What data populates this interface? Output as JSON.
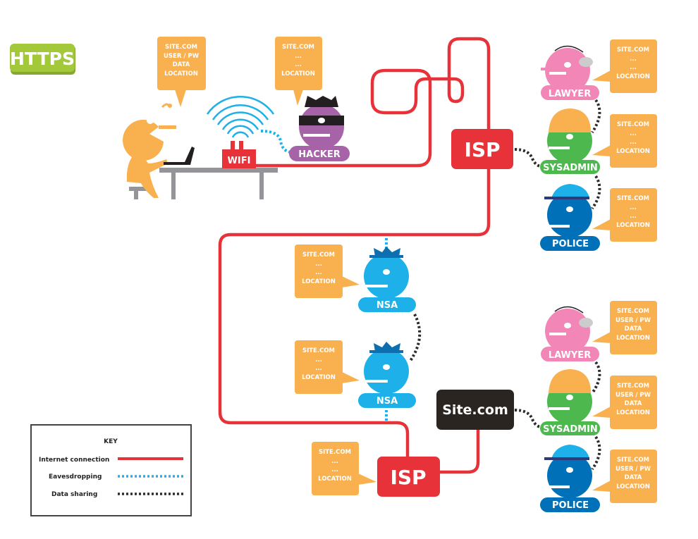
{
  "badge": "HTTPS",
  "colors": {
    "internet": "#e8323a",
    "eavesdrop": "#1eb0e8",
    "sharing": "#2b2b2b",
    "bubble": "#f9b04f",
    "https": "#9bc53d"
  },
  "bubbles": {
    "user": [
      "SITE.COM",
      "USER / PW",
      "DATA",
      "LOCATION"
    ],
    "hacker": [
      "SITE.COM",
      "...",
      "...",
      "LOCATION"
    ],
    "lawyer1": [
      "SITE.COM",
      "...",
      "...",
      "LOCATION"
    ],
    "sysadmin1": [
      "SITE.COM",
      "...",
      "...",
      "LOCATION"
    ],
    "police1": [
      "SITE.COM",
      "...",
      "...",
      "LOCATION"
    ],
    "nsa1": [
      "SITE.COM",
      "...",
      "...",
      "LOCATION"
    ],
    "nsa2": [
      "SITE.COM",
      "...",
      "...",
      "LOCATION"
    ],
    "isp2": [
      "SITE.COM",
      "...",
      "...",
      "LOCATION"
    ],
    "lawyer2": [
      "SITE.COM",
      "USER / PW",
      "DATA",
      "LOCATION"
    ],
    "sysadmin2": [
      "SITE.COM",
      "USER / PW",
      "DATA",
      "LOCATION"
    ],
    "police2": [
      "SITE.COM",
      "USER / PW",
      "DATA",
      "LOCATION"
    ]
  },
  "labels": {
    "wifi": "WIFI",
    "hacker": "HACKER",
    "isp": "ISP",
    "site": "Site.com",
    "lawyer": "LAWYER",
    "sysadmin": "SYSADMIN",
    "police": "POLICE",
    "nsa": "NSA"
  },
  "key": {
    "title": "KEY",
    "items": [
      "Internet connection",
      "Eavesdropping",
      "Data sharing"
    ]
  }
}
